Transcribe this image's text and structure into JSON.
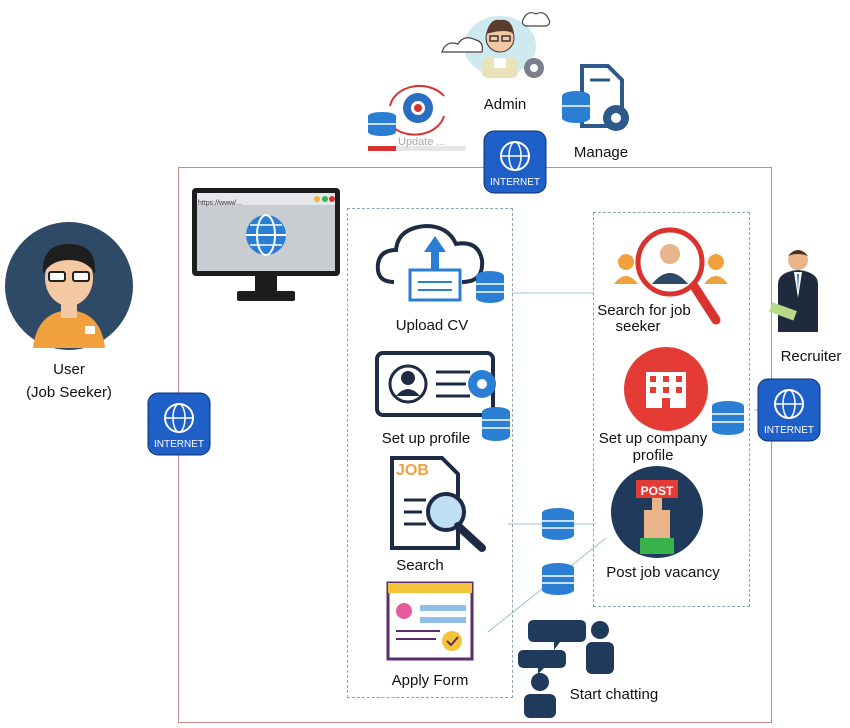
{
  "admin": {
    "label": "Admin",
    "update_text": "Update ...",
    "manage_label": "Manage"
  },
  "user": {
    "line1": "User",
    "line2": "(Job Seeker)"
  },
  "recruiter": {
    "label": "Recruiter"
  },
  "internet_label": "INTERNET",
  "monitor": {
    "url": "https://www/..."
  },
  "seeker_actions": [
    "Upload CV",
    "Set up profile",
    "Search",
    "Apply Form"
  ],
  "recruiter_actions": {
    "search_line1": "Search for job",
    "search_line2": "seeker",
    "company_line1": "Set up company",
    "company_line2": "profile",
    "post": "Post job vacancy",
    "post_sign": "POST"
  },
  "chat": "Start chatting",
  "job_doc_text": "JOB",
  "colors": {
    "frame": "#c98b8b",
    "dashed": "#8aa7b5",
    "internet_blue": "#1f5fc8",
    "database": "#2a7fd4"
  }
}
